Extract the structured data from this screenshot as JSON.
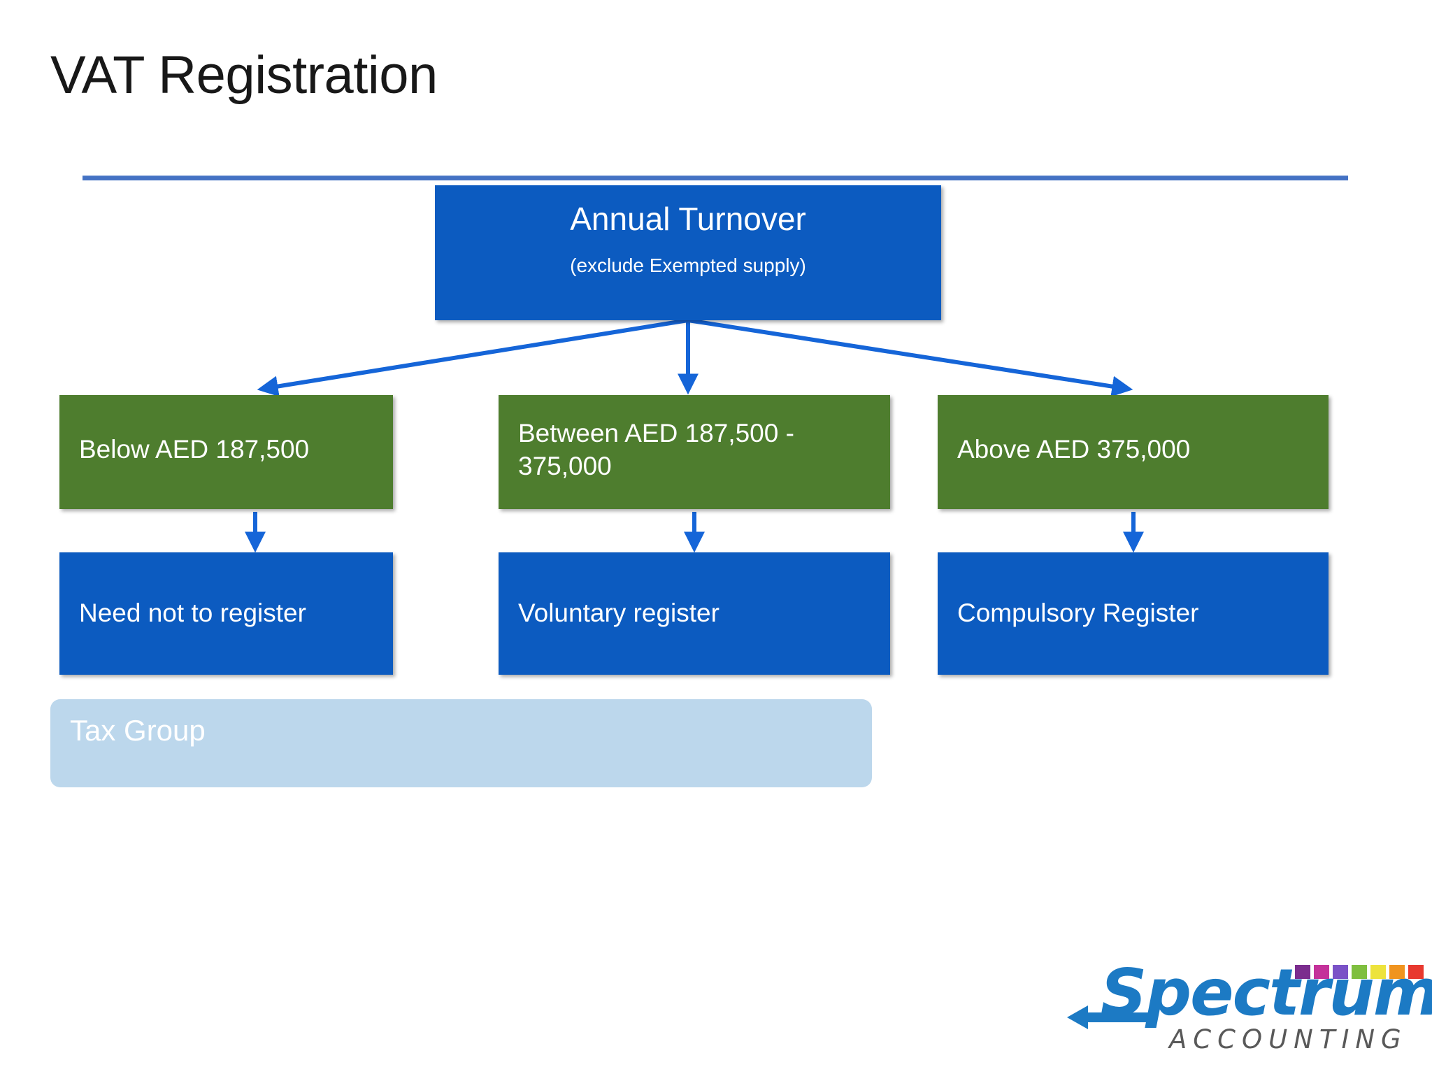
{
  "slide": {
    "title": "VAT Registration",
    "divider_color": "#4472C4",
    "background": "#FFFFFF"
  },
  "colors": {
    "blue_box": "#0C5BC0",
    "green_box": "#4E7D2E",
    "light_blue_banner": "#BCD7EC",
    "connector": "#1565D8",
    "title_text": "#181818"
  },
  "diagram": {
    "type": "flowchart",
    "root": {
      "title": "Annual Turnover",
      "subtitle": "(exclude Exempted supply)",
      "fill": "#0C5BC0"
    },
    "branches": [
      {
        "criteria": "Below AED 187,500",
        "outcome": "Need not to register",
        "criteria_fill": "#4E7D2E",
        "outcome_fill": "#0C5BC0"
      },
      {
        "criteria": "Between AED 187,500 - 375,000",
        "outcome": "Voluntary register",
        "criteria_fill": "#4E7D2E",
        "outcome_fill": "#0C5BC0"
      },
      {
        "criteria": "Above AED 375,000",
        "outcome": "Compulsory Register",
        "criteria_fill": "#4E7D2E",
        "outcome_fill": "#0C5BC0"
      }
    ],
    "banner": {
      "label": "Tax Group",
      "fill": "#BCD7EC"
    }
  },
  "logo": {
    "wordmark": "Spectrum",
    "tagline": "ACCOUNTING",
    "wordmark_color": "#1C7AC4",
    "tagline_color": "#595959",
    "bar_colors": [
      "#7B2D8E",
      "#C4329A",
      "#7A52C7",
      "#7FBF3F",
      "#EDE33C",
      "#F0941F",
      "#E8392F"
    ]
  }
}
